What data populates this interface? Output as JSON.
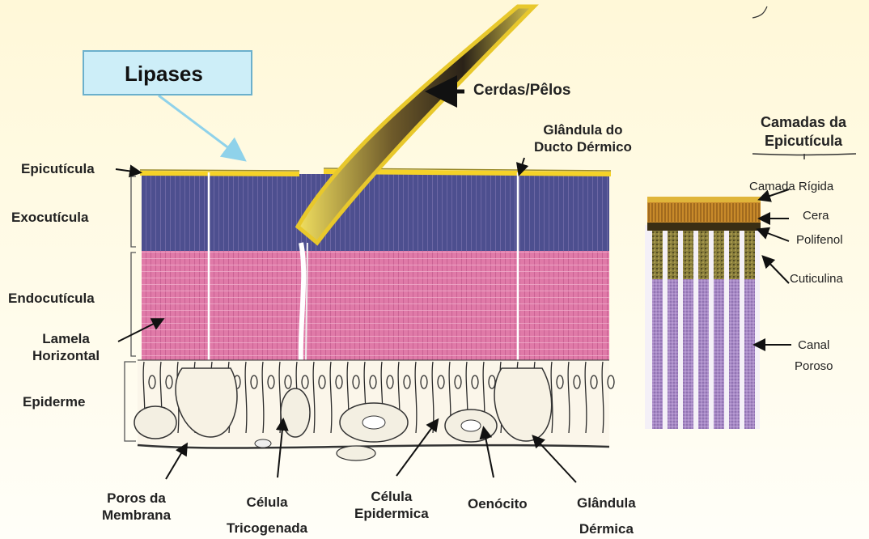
{
  "callout": {
    "lipases": "Lipases"
  },
  "labels": {
    "cerdas": "Cerdas/Pêlos",
    "glandula_ducto_1": "Glândula do",
    "glandula_ducto_2": "Ducto Dérmico",
    "epicuticula": "Epicutícula",
    "exocuticula": "Exocutícula",
    "endocuticula": "Endocutícula",
    "lamela_1": "Lamela",
    "lamela_2": "Horizontal",
    "epiderme": "Epiderme",
    "poros_1": "Poros da",
    "poros_2": "Membrana",
    "tricogenada_1": "Célula",
    "tricogenada_2": "Tricogenada",
    "epidermica_1": "Célula",
    "epidermica_2": "Epidermica",
    "oenocito": "Oenócito",
    "glandula_dermica_1": "Glândula",
    "glandula_dermica_2": "Dérmica"
  },
  "epicuticle_panel": {
    "title_1": "Camadas da",
    "title_2": "Epicutícula",
    "camada_rigida": "Camada Rígida",
    "cera": "Cera",
    "polifenol": "Polifenol",
    "cuticulina": "Cuticulina",
    "canal_1": "Canal",
    "canal_2": "Poroso"
  },
  "colors": {
    "exocuticle": "#4d4f8f",
    "endocuticle": "#e07aa8",
    "epicuticle": "#f5d228",
    "cuticulin": "#8a7f3c",
    "pore_canal": "#a889c6",
    "callout_fill": "#cdeef8"
  }
}
